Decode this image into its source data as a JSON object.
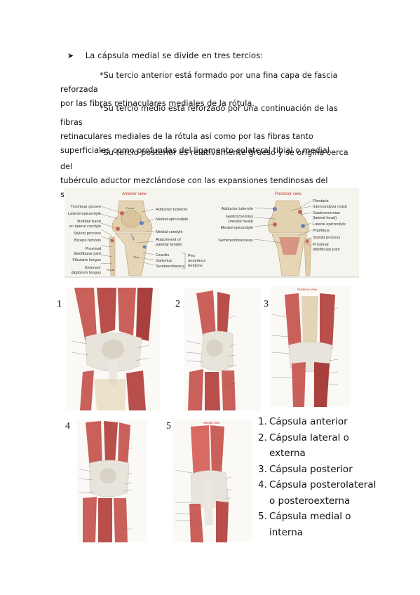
{
  "intro": {
    "bullet": "➤",
    "text": "La cápsula medial se divide en tres tercios:"
  },
  "paragraphs": [
    {
      "first": "*Su tercio anterior está formado por una fina capa de fascia reforzada",
      "rest": "por las fibras retinaculares mediales de la rótula."
    },
    {
      "first": "*Su tercio medio está reforzado por una continuación de las fibras",
      "rest": "retinaculares mediales de la rótula así como por las fibras tanto superficiales como profundas del ligamento colateral tibial o medial."
    },
    {
      "first": "*Su tercio posterior es relativamente grueso y se origina cerca del",
      "rest": "tubérculo aductor mezclándose con las expansiones tendinosas del semimembranoso y con la cápsula posterior adyacente."
    }
  ],
  "bone_figure": {
    "anterior_title": "Anterior view",
    "posterior_title": "Posterior view",
    "anterior_left": [
      "Trochlear groove",
      "Lateral epicondyle",
      "Iliotibial band",
      "on lateral condyle",
      "Styloid process",
      "Biceps femoris",
      "Proximal",
      "tibiofibular joint",
      "Fibularis longus",
      "Extensor",
      "digitorum longus"
    ],
    "anterior_right": [
      "Adductor tubercle",
      "Medial epicondyle",
      "Medial condyle",
      "Attachment of",
      "patellar tendon",
      "Gracilis",
      "Sartorius",
      "Semitendinosus",
      "Pes",
      "anserinus",
      "tendons"
    ],
    "posterior_left": [
      "Adductor tubercle",
      "Gastrocnemius",
      "(medial head)",
      "Medial epicondyle",
      "Semimembranosus"
    ],
    "posterior_right": [
      "Plantaris",
      "Intercondylar notch",
      "Gastrocnemius",
      "(lateral head)",
      "Lateral epicondyle",
      "Popliteus",
      "Styloid process",
      "Proximal",
      "tibiofibular joint"
    ],
    "bone_labels": [
      "Femur",
      "Tibia",
      "Fibula"
    ]
  },
  "panels": [
    {
      "number": "1",
      "caption": ""
    },
    {
      "number": "2",
      "caption": ""
    },
    {
      "number": "3",
      "caption": "Posterior view"
    },
    {
      "number": "4",
      "caption": ""
    },
    {
      "number": "5",
      "caption": "Medial view"
    }
  ],
  "legend": [
    {
      "n": "1.",
      "text": "Cápsula anterior",
      "cont": ""
    },
    {
      "n": "2.",
      "text": "Cápsula lateral o",
      "cont": "externa"
    },
    {
      "n": "3.",
      "text": "Cápsula posterior",
      "cont": ""
    },
    {
      "n": "4.",
      "text": "Cápsula posterolateral",
      "cont": "o posteroexterna"
    },
    {
      "n": "5.",
      "text": "Cápsula medial o",
      "cont": "interna"
    }
  ],
  "colors": {
    "muscle": "#c9605a",
    "muscle_dark": "#a8413d",
    "tendon": "#e8e4dc",
    "bone": "#e3d2b0",
    "bg": "#ffffff"
  }
}
